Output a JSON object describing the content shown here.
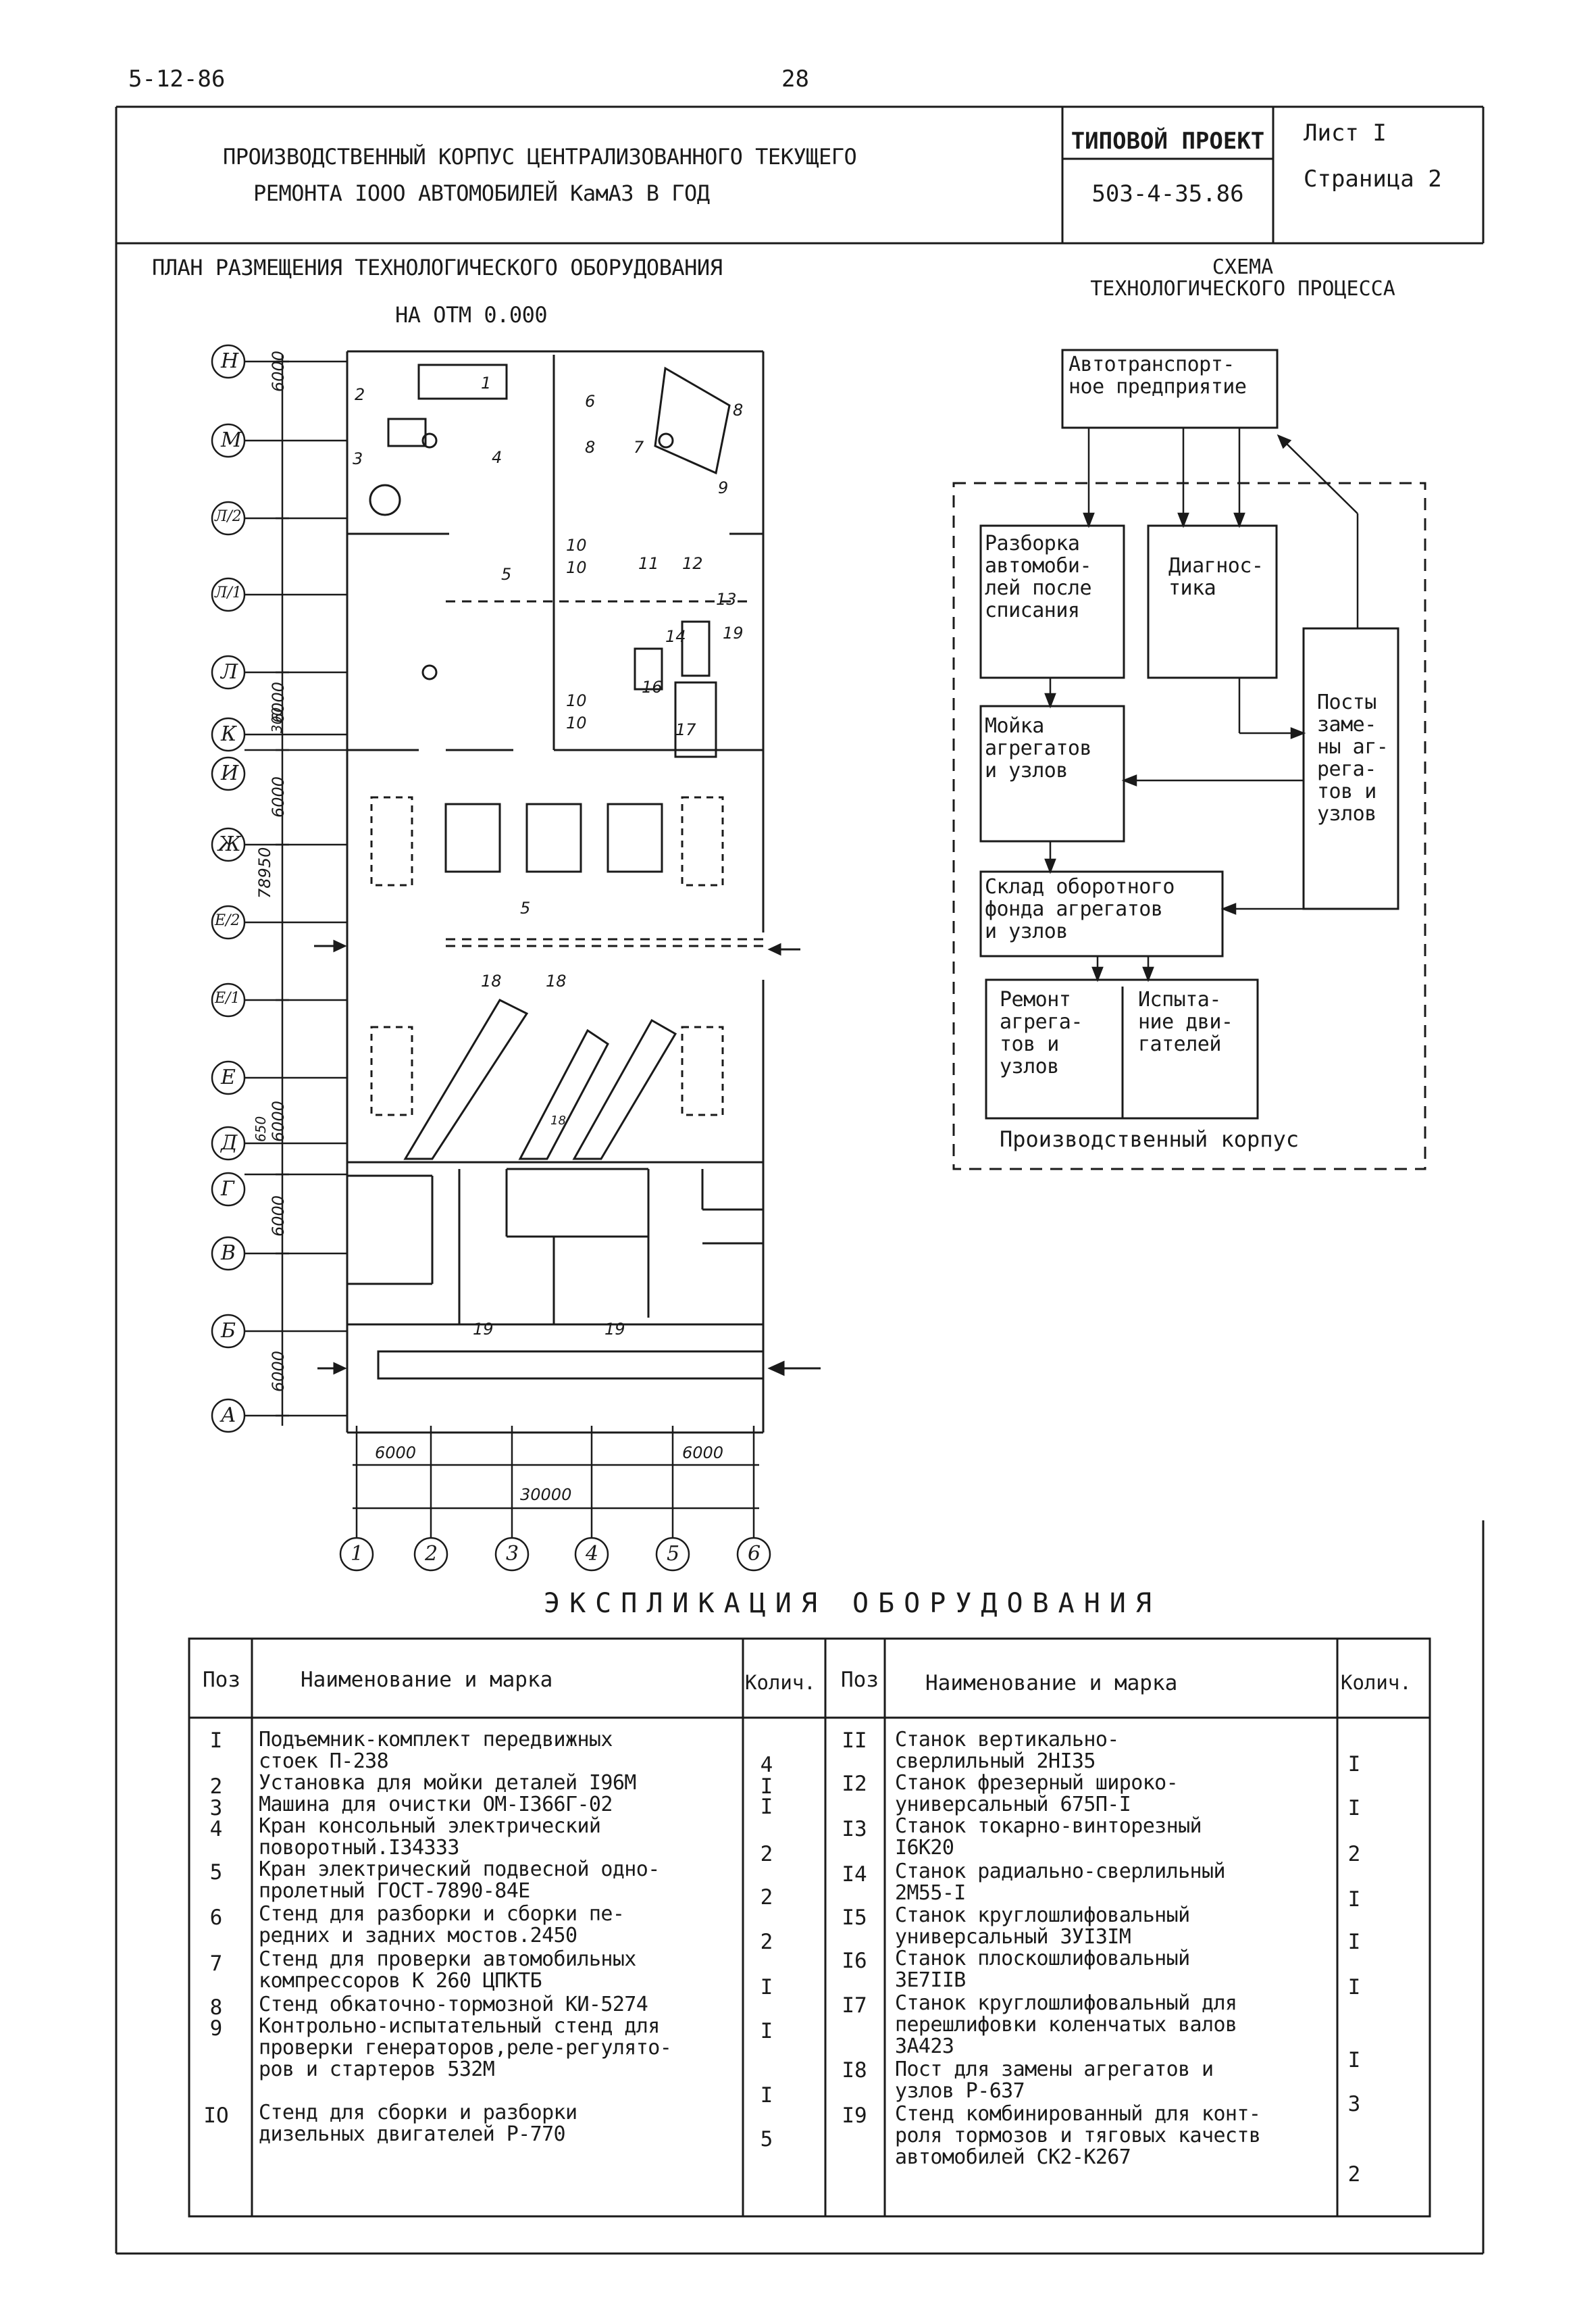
{
  "header": {
    "code": "5-12-86",
    "page_number": "28",
    "title_lines": [
      "ПРОИЗВОДСТВЕННЫЙ КОРПУС ЦЕНТРАЛИЗОВАННОГО ТЕКУЩЕГО",
      "РЕМОНТА IOOO АВТОМОБИЛЕЙ КамАЗ В ГОД"
    ],
    "stamp_label": "ТИПОВОЙ ПРОЕКТ",
    "project_number": "503-4-35.86",
    "sheet": "Лист I",
    "page": "Страница 2"
  },
  "plan": {
    "title": "ПЛАН РАЗМЕЩЕНИЯ ТЕХНОЛОГИЧЕСКОГО ОБОРУДОВАНИЯ",
    "subtitle": "НА ОТМ 0.000",
    "row_axes": [
      "Н",
      "М",
      "Л/2",
      "Л/1",
      "Л",
      "К",
      "И",
      "Ж",
      "Е/2",
      "Е/1",
      "Е",
      "Д",
      "Г",
      "В",
      "Б",
      "А"
    ],
    "col_axes": [
      "1",
      "2",
      "3",
      "4",
      "5",
      "6"
    ],
    "dimensions": {
      "d6000": "6000",
      "d300": "300",
      "d650": "650",
      "total_length": "78950",
      "total_width": "30000"
    },
    "equipment_marks": [
      "1",
      "2",
      "3",
      "4",
      "5",
      "6",
      "7",
      "8",
      "9",
      "10",
      "11",
      "12",
      "13",
      "14",
      "16",
      "17",
      "18",
      "19"
    ]
  },
  "scheme": {
    "title_lines": [
      "СХЕМА",
      "ТЕХНОЛОГИЧЕСКОГО ПРОЦЕССА"
    ],
    "boxes": {
      "atp": [
        "Автотранспорт-",
        "ное предприятие"
      ],
      "razborka": [
        "Разборка",
        "автомоби-",
        "лей после",
        "списания"
      ],
      "diagnostika": [
        "Диагнос-",
        "тика"
      ],
      "posty": [
        "Посты",
        "заме-",
        "ны аг-",
        "рега-",
        "тов и",
        "узлов"
      ],
      "moyka": [
        "Мойка",
        "агрегатов",
        "и узлов"
      ],
      "sklad": [
        "Склад оборотного",
        "фонда агрегатов",
        "и узлов"
      ],
      "remont": [
        "Ремонт",
        "агрега-",
        "тов и",
        "узлов"
      ],
      "ispytanie": [
        "Испыта-",
        "ние дви-",
        "гателей"
      ]
    },
    "corpus_label": "Производственный корпус"
  },
  "explication": {
    "title": "ЭКСПЛИКАЦИЯ ОБОРУДОВАНИЯ",
    "col_pos": "Поз",
    "col_name": "Наименование и марка",
    "col_qty": "Колич.",
    "left_pos": [
      "I",
      "2",
      "3",
      "4",
      "5",
      "6",
      "7",
      "8",
      "9",
      "IO"
    ],
    "left_text": [
      "Подъемник-комплект передвижных",
      "стоек П-238",
      "Установка для мойки деталей I96М",
      "Машина для очистки ОМ-I366Г-02",
      "Кран консольный электрический",
      "поворотный.I34333",
      "Кран электрический подвесной одно-",
      "пролетный ГОСТ-7890-84Е",
      "Стенд для разборки и сборки пе-",
      "редних и задних мостов.2450",
      "Стенд для проверки автомобильных",
      "компрессоров К 260 ЦПКТБ",
      "Стенд обкаточно-тормозной КИ-5274",
      "Контрольно-испытательный стенд для",
      "проверки генераторов,реле-регулято-",
      "ров и стартеров 532М",
      "Стенд для сборки и разборки",
      "дизельных двигателей Р-770"
    ],
    "left_qty": [
      "4",
      "I",
      "I",
      "2",
      "2",
      "2",
      "I",
      "I",
      "I",
      "5"
    ],
    "right_pos": [
      "II",
      "I2",
      "I3",
      "I4",
      "I5",
      "I6",
      "I7",
      "I8",
      "I9"
    ],
    "right_text": [
      "Станок вертикально-",
      "сверлильный 2HI35",
      "Станок фрезерный широко-",
      "универсальный 675П-I",
      "Станок токарно-винторезный",
      "I6K20",
      "Станок радиально-сверлильный",
      "2М55-I",
      "Станок круглошлифовальный",
      "универсальный 3УI3IM",
      "Станок плоскошлифовальный",
      "3E7IIB",
      "Станок круглошлифовальный для",
      "перешлифовки коленчатых валов",
      "3A423",
      "Пост для замены агрегатов и",
      "узлов Р-637",
      "Стенд комбинированный для конт-",
      "роля тормозов и тяговых качеств",
      "автомобилей СК2-К267"
    ],
    "right_qty": [
      "I",
      "I",
      "2",
      "I",
      "I",
      "I",
      "I",
      "3",
      "2"
    ]
  }
}
